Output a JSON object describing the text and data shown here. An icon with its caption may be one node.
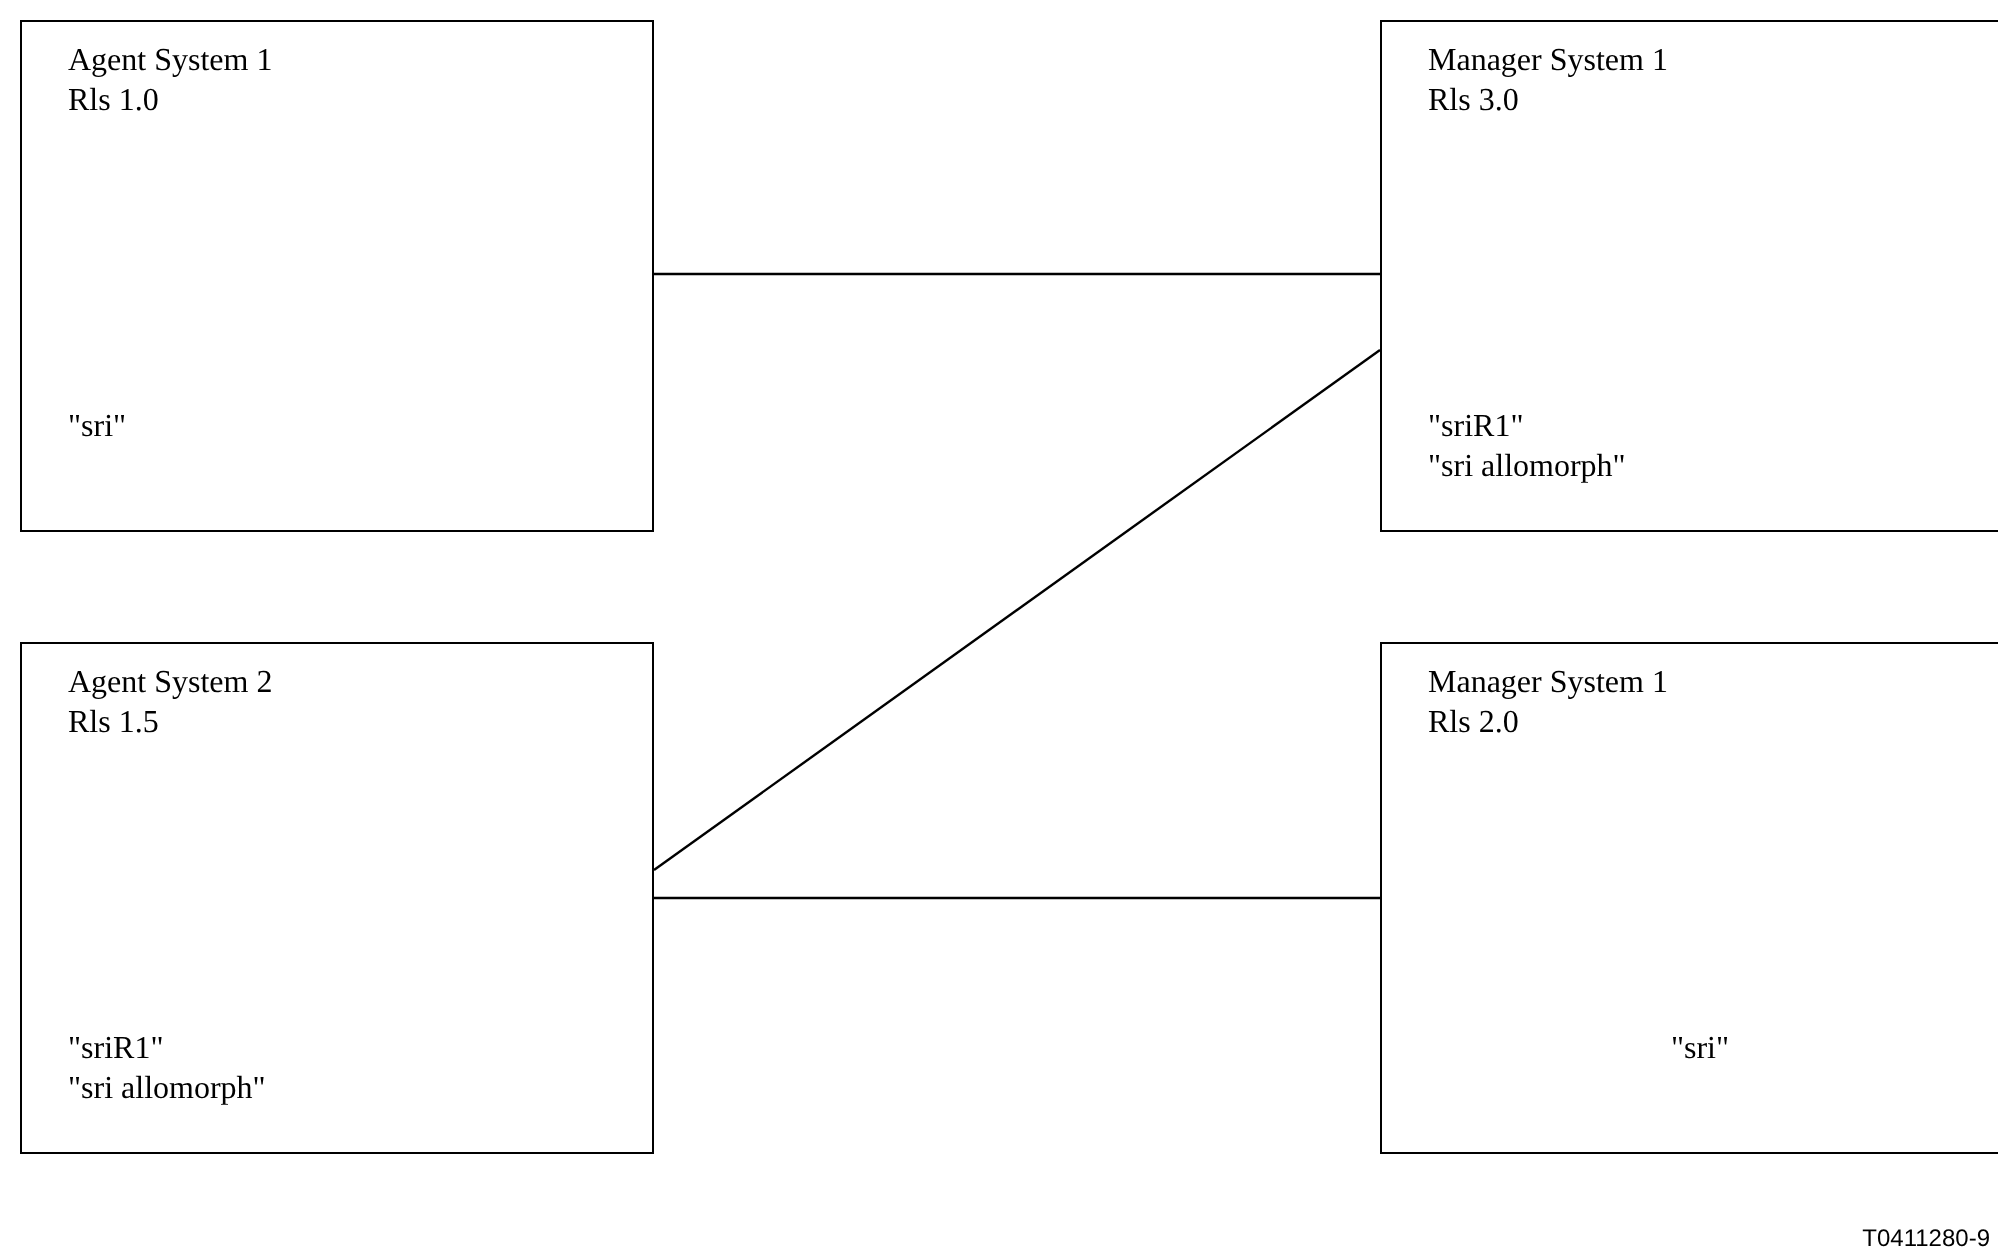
{
  "diagram": {
    "nodes": [
      {
        "text": [
          "Agent System 1",
          "Rls 1.0",
          "\"sri\""
        ]
      },
      {
        "text": [
          "Manager System 1",
          "Rls 3.0",
          "\"sriR1\"",
          "\"sri allomorph\""
        ]
      },
      {
        "text": [
          "Agent System 2",
          "Rls 1.5",
          "\"sriR1\"",
          "\"sri allomorph\""
        ]
      },
      {
        "text": [
          "Manager System 1",
          "Rls 2.0",
          "\"sri\""
        ]
      }
    ],
    "edges": [
      {
        "from": 0,
        "to": 1,
        "arrow": "none"
      },
      {
        "from": 2,
        "to": 1,
        "arrow": "none"
      },
      {
        "from": 2,
        "to": 3,
        "arrow": "none"
      }
    ],
    "labels": [
      "T0411280-9"
    ]
  }
}
